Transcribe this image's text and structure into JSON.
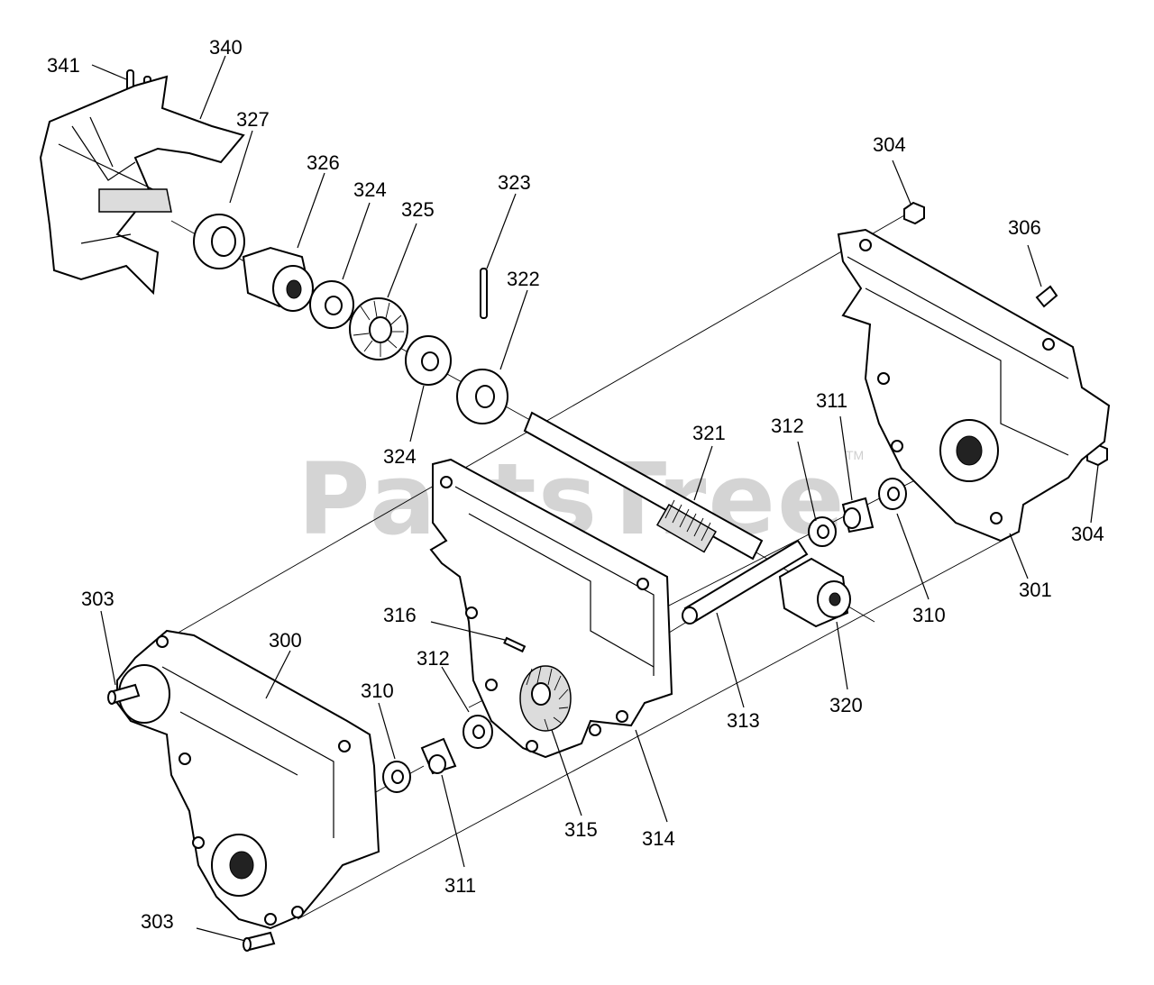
{
  "watermark": {
    "text": "PartsTree",
    "tm": "TM"
  },
  "labels": {
    "l341": "341",
    "l340": "340",
    "l327": "327",
    "l326": "326",
    "l324a": "324",
    "l325": "325",
    "l323": "323",
    "l322": "322",
    "l324b": "324",
    "l304a": "304",
    "l306": "306",
    "l311a": "311",
    "l312a": "312",
    "l321": "321",
    "l304b": "304",
    "l301": "301",
    "l310a": "310",
    "l320": "320",
    "l313": "313",
    "l316": "316",
    "l303a": "303",
    "l300": "300",
    "l312b": "312",
    "l310b": "310",
    "l315": "315",
    "l314": "314",
    "l311b": "311",
    "l303b": "303"
  }
}
